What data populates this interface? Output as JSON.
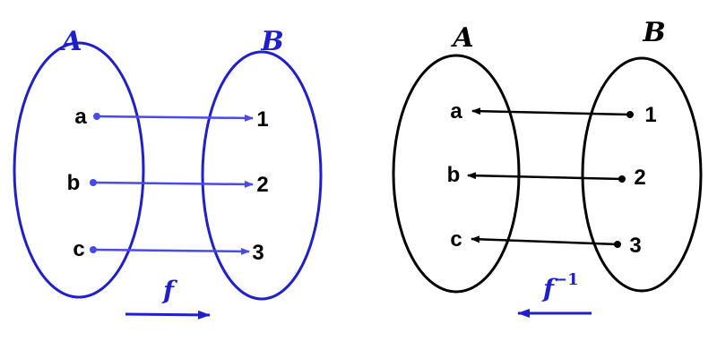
{
  "colors": {
    "forward": "#1f1fcc",
    "forward_arrow": "#4a4ae6",
    "inverse": "#000000",
    "text": "#000000"
  },
  "left_diagram": {
    "domain_label": "A",
    "codomain_label": "B",
    "domain_elements": [
      "a",
      "b",
      "c"
    ],
    "codomain_elements": [
      "1",
      "2",
      "3"
    ],
    "function_label": "f",
    "function_superscript": "",
    "mapping": [
      {
        "from": "a",
        "to": "1"
      },
      {
        "from": "b",
        "to": "2"
      },
      {
        "from": "c",
        "to": "3"
      }
    ],
    "direction_arrow": "right"
  },
  "right_diagram": {
    "domain_label": "A",
    "codomain_label": "B",
    "domain_elements": [
      "a",
      "b",
      "c"
    ],
    "codomain_elements": [
      "1",
      "2",
      "3"
    ],
    "function_label": "f",
    "function_superscript": "−1",
    "mapping": [
      {
        "from": "1",
        "to": "a"
      },
      {
        "from": "2",
        "to": "b"
      },
      {
        "from": "3",
        "to": "c"
      }
    ],
    "direction_arrow": "left"
  }
}
